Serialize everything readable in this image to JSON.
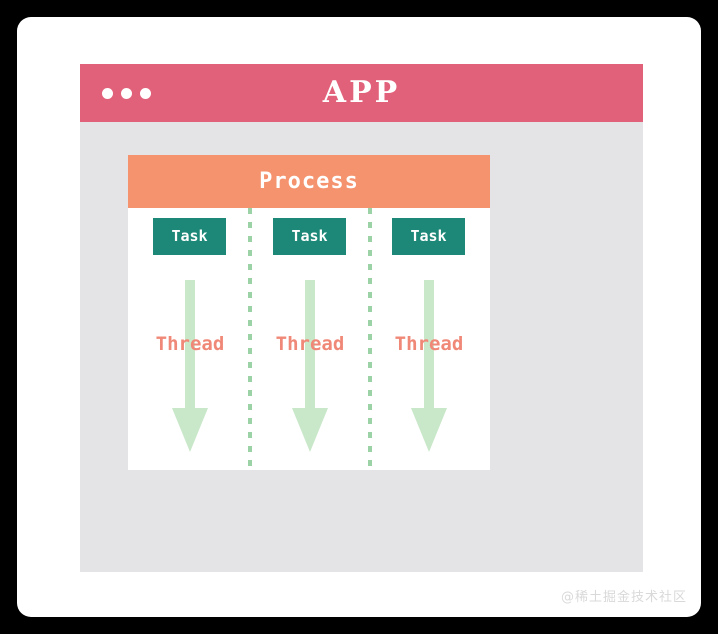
{
  "window": {
    "title": "APP",
    "traffic_lights": [
      "dot-red",
      "dot-red",
      "dot-red"
    ],
    "header_color": "#e2617a",
    "body_color": "#e4e3e6"
  },
  "diagram": {
    "card_background": "#ffffff",
    "process": {
      "label": "Process",
      "color": "#f4936e",
      "text_color": "#ffffff"
    },
    "task_color": "#1e8878",
    "thread_text_color": "#f08878",
    "arrow_color": "#c9e7c9",
    "divider_color": "#9bd3a6",
    "columns": [
      {
        "task": "Task",
        "thread": "Thread"
      },
      {
        "task": "Task",
        "thread": "Thread"
      },
      {
        "task": "Task",
        "thread": "Thread"
      }
    ]
  },
  "watermark": {
    "text": "@稀土掘金技术社区"
  }
}
